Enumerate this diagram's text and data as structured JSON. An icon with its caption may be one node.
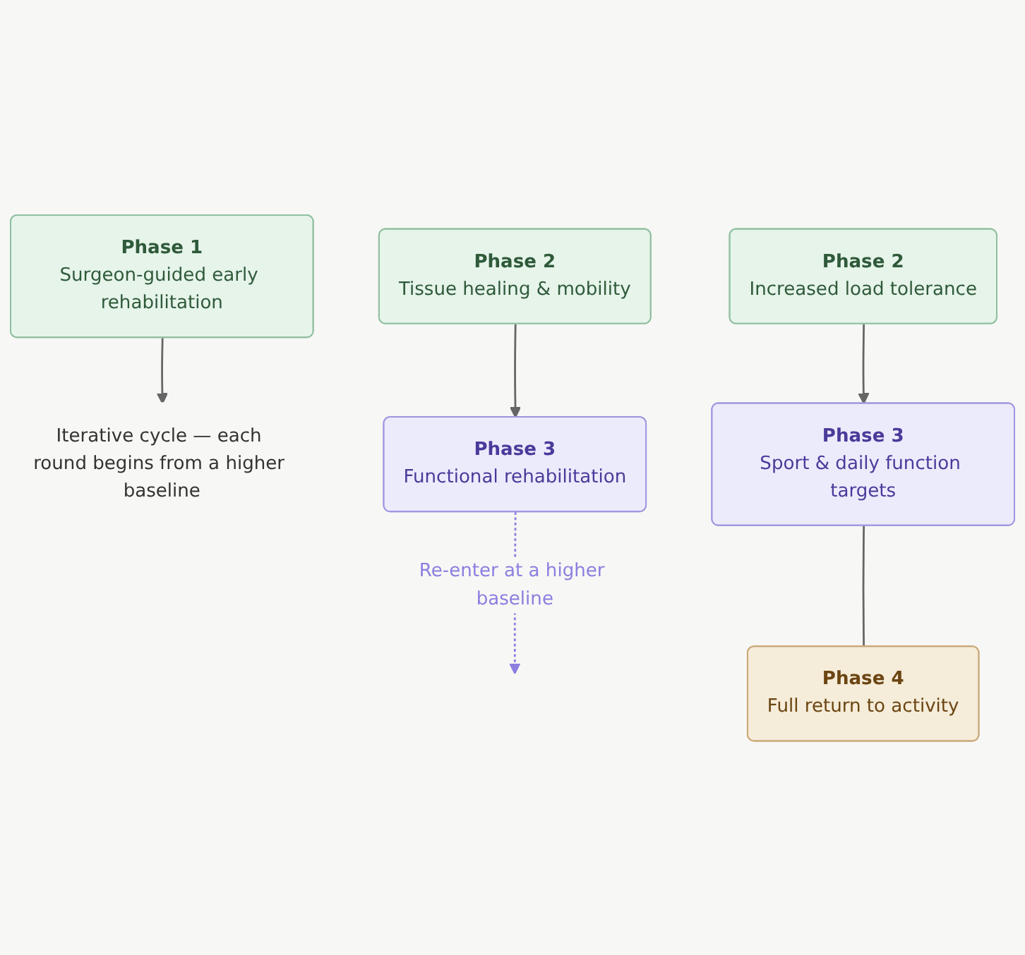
{
  "diagram": {
    "nodes": [
      {
        "text": [
          "Phase 1",
          "Surgeon-guided early rehabilitation"
        ]
      },
      {
        "text": [
          "Iterative cycle — each round begins from a higher baseline"
        ]
      },
      {
        "text": [
          "Phase 2",
          "Tissue healing & mobility"
        ]
      },
      {
        "text": [
          "Phase 3",
          "Functional rehabilitation"
        ]
      },
      {
        "text": [
          "Phase 2",
          "Increased load tolerance"
        ]
      },
      {
        "text": [
          "Phase 3",
          "Sport & daily function targets"
        ]
      },
      {
        "text": [
          "Phase 4",
          "Full return to activity"
        ]
      }
    ],
    "edges": [
      {
        "from": 0,
        "to": 1,
        "arrow": "to"
      },
      {
        "from": 2,
        "to": 3,
        "arrow": "to"
      },
      {
        "from": 3,
        "to": null,
        "arrow": "to",
        "label": "Re-enter at a higher baseline",
        "style": "dashed",
        "color": "#8b7fe0"
      },
      {
        "from": 4,
        "to": 5,
        "arrow": "to"
      },
      {
        "from": 5,
        "to": 6,
        "arrow": "none"
      }
    ]
  }
}
